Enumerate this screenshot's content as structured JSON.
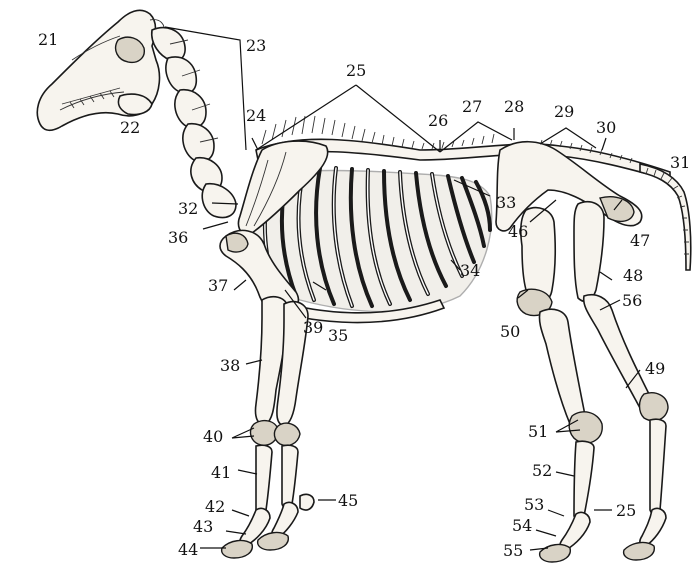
{
  "labels": [
    {
      "id": "21",
      "text": "21"
    },
    {
      "id": "22",
      "text": "22"
    },
    {
      "id": "23",
      "text": "23"
    },
    {
      "id": "24",
      "text": "24"
    },
    {
      "id": "25a",
      "text": "25"
    },
    {
      "id": "26",
      "text": "26"
    },
    {
      "id": "27",
      "text": "27"
    },
    {
      "id": "28",
      "text": "28"
    },
    {
      "id": "29",
      "text": "29"
    },
    {
      "id": "30",
      "text": "30"
    },
    {
      "id": "31",
      "text": "31"
    },
    {
      "id": "32",
      "text": "32"
    },
    {
      "id": "33",
      "text": "33"
    },
    {
      "id": "34",
      "text": "34"
    },
    {
      "id": "35",
      "text": "35"
    },
    {
      "id": "36",
      "text": "36"
    },
    {
      "id": "37",
      "text": "37"
    },
    {
      "id": "38",
      "text": "38"
    },
    {
      "id": "39",
      "text": "39"
    },
    {
      "id": "40",
      "text": "40"
    },
    {
      "id": "41",
      "text": "41"
    },
    {
      "id": "42",
      "text": "42"
    },
    {
      "id": "43",
      "text": "43"
    },
    {
      "id": "44",
      "text": "44"
    },
    {
      "id": "45",
      "text": "45"
    },
    {
      "id": "46",
      "text": "46"
    },
    {
      "id": "47",
      "text": "47"
    },
    {
      "id": "48",
      "text": "48"
    },
    {
      "id": "49",
      "text": "49"
    },
    {
      "id": "50",
      "text": "50"
    },
    {
      "id": "51",
      "text": "51"
    },
    {
      "id": "52",
      "text": "52"
    },
    {
      "id": "53",
      "text": "53"
    },
    {
      "id": "54",
      "text": "54"
    },
    {
      "id": "55",
      "text": "55"
    },
    {
      "id": "56",
      "text": "56"
    },
    {
      "id": "25b",
      "text": "25"
    }
  ]
}
